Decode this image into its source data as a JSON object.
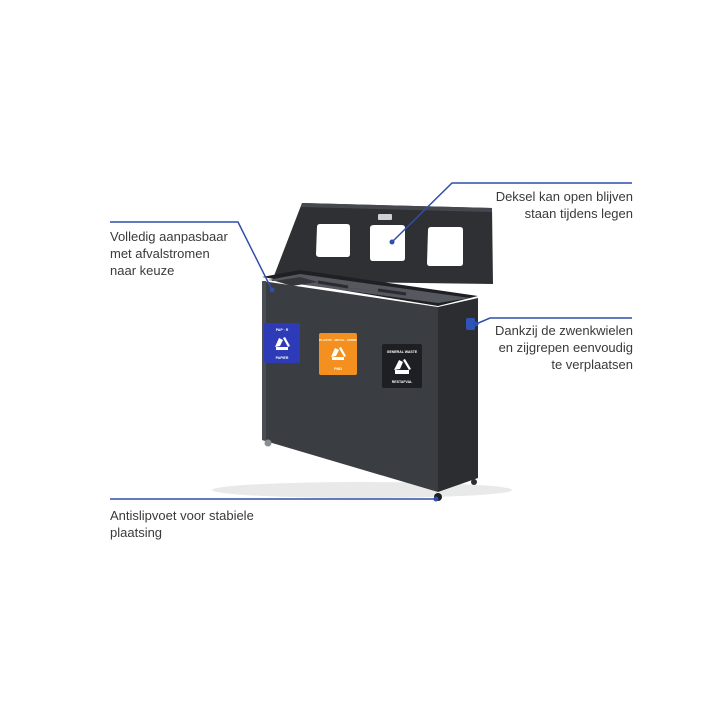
{
  "colors": {
    "background": "#ffffff",
    "bin_body": "#3a3d42",
    "bin_dark": "#2b2d31",
    "callout_line": "#2f4fa8",
    "label_blue": "#2e3bb8",
    "label_orange": "#f3901f",
    "label_black": "#1e1f22",
    "text": "#3a3a3a"
  },
  "callouts": {
    "lid": {
      "lines": [
        "Deksel kan open blijven",
        "staan tijdens legen"
      ]
    },
    "streams": {
      "lines": [
        "Volledig aanpasbaar",
        "met afvalstromen",
        "naar keuze"
      ]
    },
    "wheels": {
      "lines": [
        "Dankzij de zwenkwielen",
        "en zijgrepen eenvoudig",
        "te verplaatsen"
      ]
    },
    "foot": {
      "lines": [
        "Antislipvoet voor stabiele",
        "plaatsing"
      ]
    }
  },
  "bin": {
    "labels": [
      {
        "name": "paper",
        "color": "#2e3bb8",
        "icon": "recycle-icon"
      },
      {
        "name": "plastic",
        "color": "#f3901f",
        "icon": "recycle-icon"
      },
      {
        "name": "general-waste",
        "color": "#1e1f22",
        "icon": "recycle-icon"
      }
    ]
  }
}
